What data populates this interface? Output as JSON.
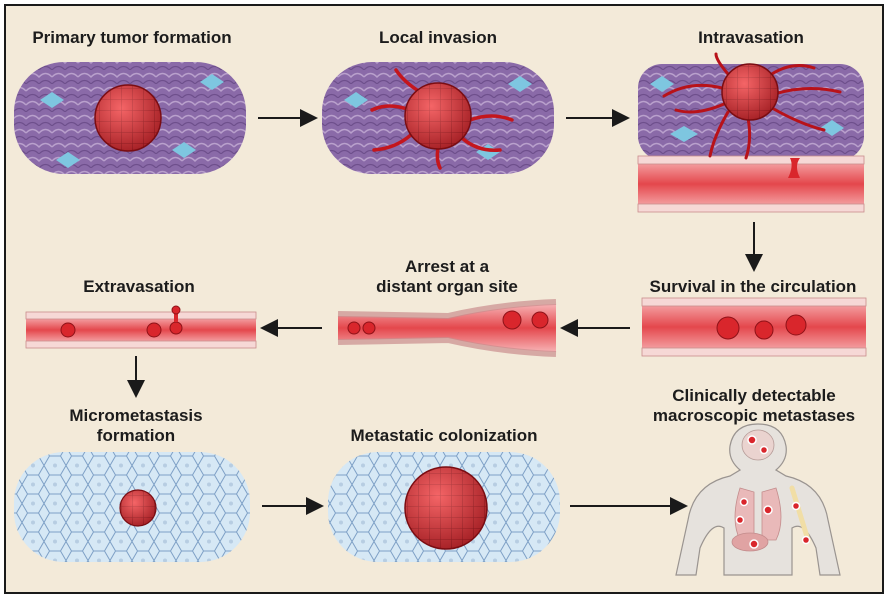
{
  "steps": [
    {
      "id": "primary",
      "label": "Primary tumor formation"
    },
    {
      "id": "local",
      "label": "Local invasion"
    },
    {
      "id": "intravasation",
      "label": "Intravasation"
    },
    {
      "id": "survival",
      "label": "Survival in the circulation"
    },
    {
      "id": "arrest",
      "label": "Arrest at a\ndistant organ site"
    },
    {
      "id": "extravasation",
      "label": "Extravasation"
    },
    {
      "id": "micrometastasis",
      "label": "Micrometastasis\nformation"
    },
    {
      "id": "colonization",
      "label": "Metastatic colonization"
    },
    {
      "id": "macroscopic",
      "label": "Clinically detectable\nmacroscopic metastases"
    }
  ],
  "colors": {
    "background": "#f3ead9",
    "tumor": "#d9262c",
    "tissue": "#8a6aa8",
    "vessel": "#e65a5f",
    "stroma": "#cfe4f2",
    "arrow": "#1a1a1a"
  },
  "icons": [
    "tumor-cell-icon",
    "blood-vessel-icon",
    "human-body-icon",
    "arrow-icon"
  ]
}
